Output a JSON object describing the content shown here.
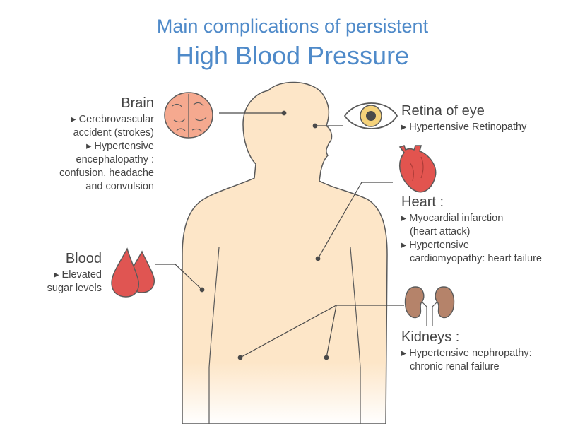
{
  "title": {
    "line1": "Main complications of persistent",
    "line2": "High Blood Pressure"
  },
  "brain": {
    "heading": "Brain",
    "lines": [
      "▸ Cerebrovascular",
      "accident (strokes)",
      "▸ Hypertensive",
      "encephalopathy :",
      "confusion, headache",
      "and convulsion"
    ]
  },
  "eye": {
    "heading": "Retina of eye",
    "lines": [
      "▸ Hypertensive Retinopathy"
    ]
  },
  "heart": {
    "heading": "Heart :",
    "lines": [
      "▸ Myocardial infarction",
      "(heart attack)",
      "▸  Hypertensive",
      "cardiomyopathy: heart failure"
    ]
  },
  "blood": {
    "heading": "Blood",
    "lines": [
      "▸ Elevated",
      "sugar levels"
    ]
  },
  "kidneys": {
    "heading": "Kidneys :",
    "lines": [
      "▸ Hypertensive nephropathy:",
      "chronic renal failure"
    ]
  },
  "colors": {
    "title": "#4f8ac9",
    "skin": "#fde6c8",
    "outline": "#5a5a5a",
    "brain": "#f5a98f",
    "heart": "#e2544f",
    "blood": "#e05552",
    "kidney": "#b5836a",
    "eye_iris": "#f5d27a"
  },
  "icons": [
    "brain-icon",
    "eye-icon",
    "heart-icon",
    "blood-drops-icon",
    "kidneys-icon"
  ]
}
